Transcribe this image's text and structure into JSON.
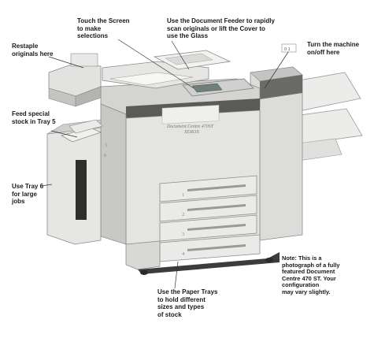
{
  "callouts": {
    "restaple": [
      "Restaple",
      "originals here"
    ],
    "touch_screen": [
      "Touch the Screen",
      "to make",
      "selections"
    ],
    "document_feeder": [
      "Use the Document Feeder to rapidly",
      "scan originals or lift the Cover to",
      "use the Glass"
    ],
    "power": [
      "Turn the machine",
      "on/off here"
    ],
    "tray5": [
      "Feed special",
      "stock in Tray 5"
    ],
    "tray6": [
      "Use Tray 6",
      "for large",
      "jobs"
    ],
    "paper_trays": [
      "Use the Paper Trays",
      "to hold different",
      "sizes and types",
      "of stock"
    ]
  },
  "note": [
    "Note: This is a",
    "photograph of a fully",
    "featured Document",
    "Centre 470 ST. Your",
    "configuration",
    "may vary slightly."
  ],
  "machine": {
    "brand_label": "Document Centre 470ST",
    "brand_sub": "XEROX",
    "switch_label": "0 1",
    "tray_numbers": [
      "1",
      "2",
      "3",
      "4",
      "5",
      "6"
    ]
  },
  "colors": {
    "body": "#e4e4e2",
    "body_shadow": "#c8c8c5",
    "dark_trim": "#555555",
    "outline": "#8a8a88",
    "text": "#1a1a1a"
  }
}
